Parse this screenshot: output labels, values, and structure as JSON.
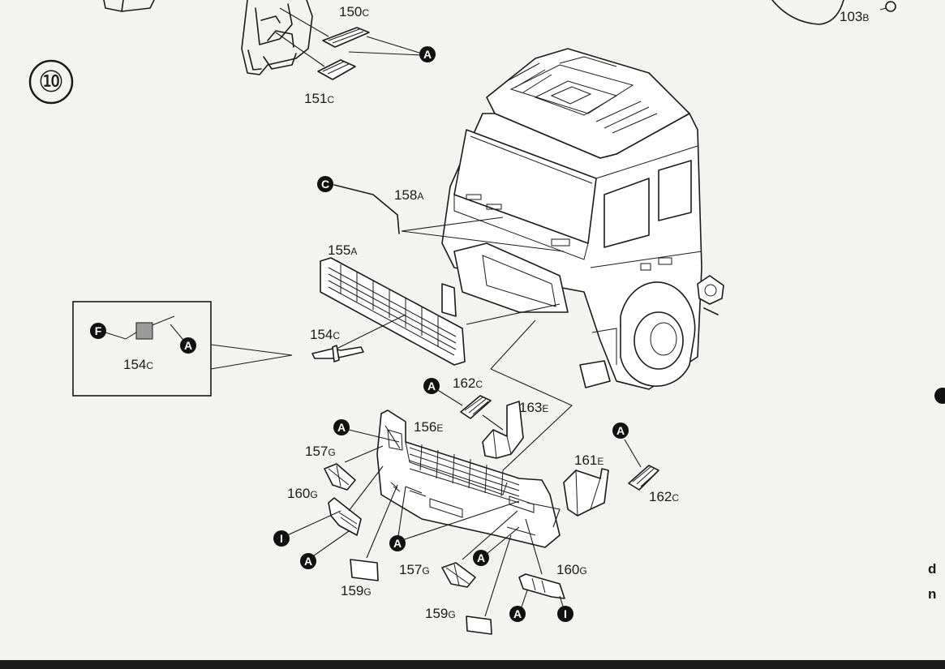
{
  "step": {
    "number": "⑩"
  },
  "parts": [
    {
      "id": "p150",
      "num": "150",
      "letter": "C"
    },
    {
      "id": "p151",
      "num": "151",
      "letter": "C"
    },
    {
      "id": "p103",
      "num": "103",
      "letter": "B"
    },
    {
      "id": "p158",
      "num": "158",
      "letter": "A"
    },
    {
      "id": "p155",
      "num": "155",
      "letter": "A"
    },
    {
      "id": "p154",
      "num": "154",
      "letter": "C"
    },
    {
      "id": "p154inset",
      "num": "154",
      "letter": "C"
    },
    {
      "id": "p162a",
      "num": "162",
      "letter": "C"
    },
    {
      "id": "p163",
      "num": "163",
      "letter": "E"
    },
    {
      "id": "p156",
      "num": "156",
      "letter": "E"
    },
    {
      "id": "p157a",
      "num": "157",
      "letter": "G"
    },
    {
      "id": "p160a",
      "num": "160",
      "letter": "G"
    },
    {
      "id": "p161",
      "num": "161",
      "letter": "E"
    },
    {
      "id": "p162b",
      "num": "162",
      "letter": "C"
    },
    {
      "id": "p157b",
      "num": "157",
      "letter": "G"
    },
    {
      "id": "p160b",
      "num": "160",
      "letter": "G"
    },
    {
      "id": "p159a",
      "num": "159",
      "letter": "G"
    },
    {
      "id": "p159b",
      "num": "159",
      "letter": "G"
    }
  ],
  "markers": {
    "A": "A",
    "C": "C",
    "F": "F",
    "I": "I"
  },
  "edge_text": [
    "d",
    "n"
  ]
}
